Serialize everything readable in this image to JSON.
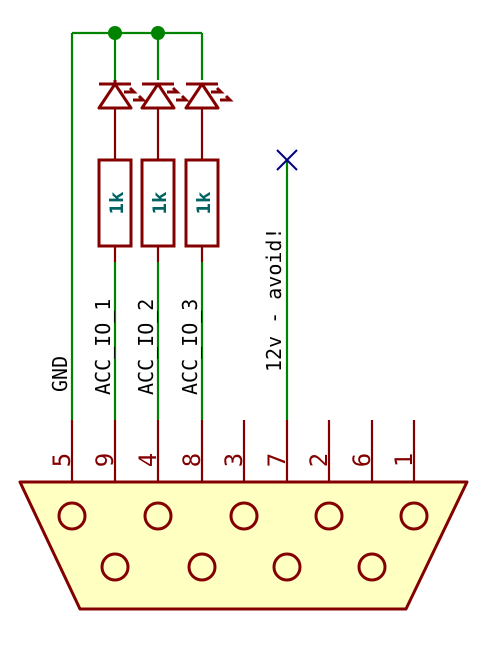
{
  "connector": {
    "pins_top_row": [
      "5",
      "4",
      "3",
      "2",
      "1"
    ],
    "pins_bottom_row": [
      "9",
      "8",
      "7",
      "6"
    ]
  },
  "nets": {
    "gnd": "GND",
    "acc_io_1": "ACC_IO_1",
    "acc_io_2": "ACC_IO_2",
    "acc_io_3": "ACC_IO_3",
    "power": "12v - avoid!"
  },
  "resistors": [
    {
      "value": "1k"
    },
    {
      "value": "1k"
    },
    {
      "value": "1k"
    }
  ],
  "leds": [
    {
      "type": "LED"
    },
    {
      "type": "LED"
    },
    {
      "type": "LED"
    }
  ],
  "pin_labels": [
    "5",
    "9",
    "4",
    "8",
    "3",
    "7",
    "2",
    "6",
    "1"
  ],
  "colors": {
    "wire": "#008400",
    "component": "#840000",
    "body_fill": "#ffffc2",
    "value_text": "#006464",
    "no_connect": "#000084"
  }
}
